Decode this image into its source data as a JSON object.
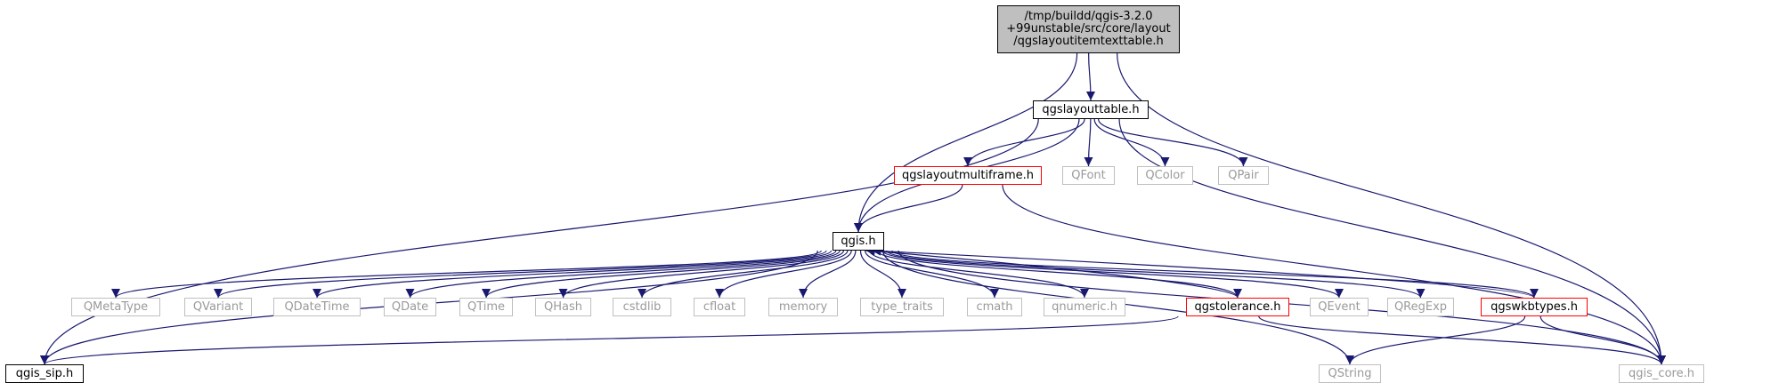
{
  "diagram": {
    "edge_color": "#191970",
    "nodes": [
      {
        "id": "root",
        "label_lines": [
          "/tmp/buildd/qgis-3.2.0",
          "+99unstable/src/core/layout",
          "/qgslayoutitemtexttable.h"
        ],
        "style": "root"
      },
      {
        "id": "qgslayouttable",
        "label": "qgslayouttable.h",
        "style": "black"
      },
      {
        "id": "qgslayoutmultiframe",
        "label": "qgslayoutmultiframe.h",
        "style": "red"
      },
      {
        "id": "QFont",
        "label": "QFont",
        "style": "gray"
      },
      {
        "id": "QColor",
        "label": "QColor",
        "style": "gray"
      },
      {
        "id": "QPair",
        "label": "QPair",
        "style": "gray"
      },
      {
        "id": "qgis",
        "label": "qgis.h",
        "style": "black"
      },
      {
        "id": "QMetaType",
        "label": "QMetaType",
        "style": "gray"
      },
      {
        "id": "QVariant",
        "label": "QVariant",
        "style": "gray"
      },
      {
        "id": "QDateTime",
        "label": "QDateTime",
        "style": "gray"
      },
      {
        "id": "QDate",
        "label": "QDate",
        "style": "gray"
      },
      {
        "id": "QTime",
        "label": "QTime",
        "style": "gray"
      },
      {
        "id": "QHash",
        "label": "QHash",
        "style": "gray"
      },
      {
        "id": "cstdlib",
        "label": "cstdlib",
        "style": "gray"
      },
      {
        "id": "cfloat",
        "label": "cfloat",
        "style": "gray"
      },
      {
        "id": "memory",
        "label": "memory",
        "style": "gray"
      },
      {
        "id": "type_traits",
        "label": "type_traits",
        "style": "gray"
      },
      {
        "id": "cmath",
        "label": "cmath",
        "style": "gray"
      },
      {
        "id": "qnumeric",
        "label": "qnumeric.h",
        "style": "gray"
      },
      {
        "id": "qgstolerance",
        "label": "qgstolerance.h",
        "style": "red"
      },
      {
        "id": "QEvent",
        "label": "QEvent",
        "style": "gray"
      },
      {
        "id": "QRegExp",
        "label": "QRegExp",
        "style": "gray"
      },
      {
        "id": "qgswkbtypes",
        "label": "qgswkbtypes.h",
        "style": "red"
      },
      {
        "id": "qgis_sip",
        "label": "qgis_sip.h",
        "style": "black"
      },
      {
        "id": "QString",
        "label": "QString",
        "style": "gray"
      },
      {
        "id": "qgis_core",
        "label": "qgis_core.h",
        "style": "gray"
      }
    ],
    "edges": [
      [
        "root",
        "qgslayouttable"
      ],
      [
        "root",
        "qgis"
      ],
      [
        "root",
        "qgis_core"
      ],
      [
        "qgslayouttable",
        "qgslayoutmultiframe"
      ],
      [
        "qgslayouttable",
        "QFont"
      ],
      [
        "qgslayouttable",
        "QColor"
      ],
      [
        "qgslayouttable",
        "QPair"
      ],
      [
        "qgslayouttable",
        "qgis"
      ],
      [
        "qgslayouttable",
        "qgis_sip"
      ],
      [
        "qgslayouttable",
        "qgis_core"
      ],
      [
        "qgslayoutmultiframe",
        "qgis"
      ],
      [
        "qgslayoutmultiframe",
        "qgis_core"
      ],
      [
        "qgis",
        "QMetaType"
      ],
      [
        "qgis",
        "QVariant"
      ],
      [
        "qgis",
        "QDateTime"
      ],
      [
        "qgis",
        "QDate"
      ],
      [
        "qgis",
        "QTime"
      ],
      [
        "qgis",
        "QHash"
      ],
      [
        "qgis",
        "cstdlib"
      ],
      [
        "qgis",
        "cfloat"
      ],
      [
        "qgis",
        "memory"
      ],
      [
        "qgis",
        "type_traits"
      ],
      [
        "qgis",
        "cmath"
      ],
      [
        "qgis",
        "qnumeric"
      ],
      [
        "qgis",
        "qgstolerance"
      ],
      [
        "qgis",
        "QEvent"
      ],
      [
        "qgis",
        "QRegExp"
      ],
      [
        "qgis",
        "qgswkbtypes"
      ],
      [
        "qgis",
        "qgis_sip"
      ],
      [
        "qgis",
        "QString"
      ],
      [
        "qgis",
        "qgis_core"
      ],
      [
        "qgstolerance",
        "qgis"
      ],
      [
        "qgstolerance",
        "qgis_sip"
      ],
      [
        "qgstolerance",
        "qgis_core"
      ],
      [
        "qgswkbtypes",
        "qgis"
      ],
      [
        "qgswkbtypes",
        "QString"
      ],
      [
        "qgswkbtypes",
        "qgis_core"
      ]
    ]
  }
}
